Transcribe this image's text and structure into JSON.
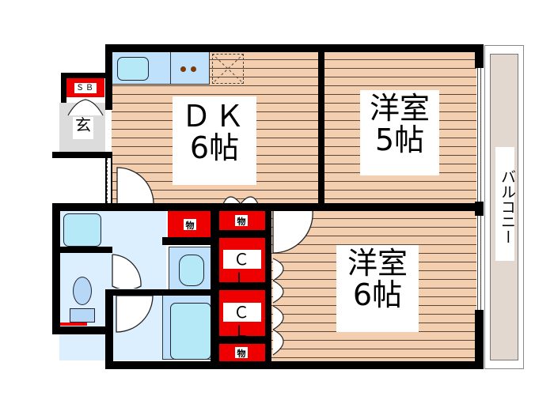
{
  "floor_plan": {
    "rooms": {
      "dk": {
        "name": "ＤＫ",
        "size": "6帖"
      },
      "western_room_1": {
        "name": "洋室",
        "size": "5帖"
      },
      "western_room_2": {
        "name": "洋室",
        "size": "6帖"
      },
      "balcony": {
        "name": "バルコニー"
      },
      "entrance": {
        "name": "玄"
      },
      "shoe_box": {
        "name": "ＳＢ"
      }
    },
    "storage": {
      "mono_1": "物",
      "mono_2": "物",
      "mono_3": "物",
      "closet_1": "ＣＬ",
      "closet_2": "ＣＬ"
    },
    "colors": {
      "wall": "#000000",
      "floor_wood": "#f3cfb0",
      "wet_area": "#dcefff",
      "storage_red": "#ee0000",
      "balcony": "#e2d8d0",
      "fixture_blue": "#b6e9f7",
      "entrance_gray": "#dcdcdc"
    }
  }
}
